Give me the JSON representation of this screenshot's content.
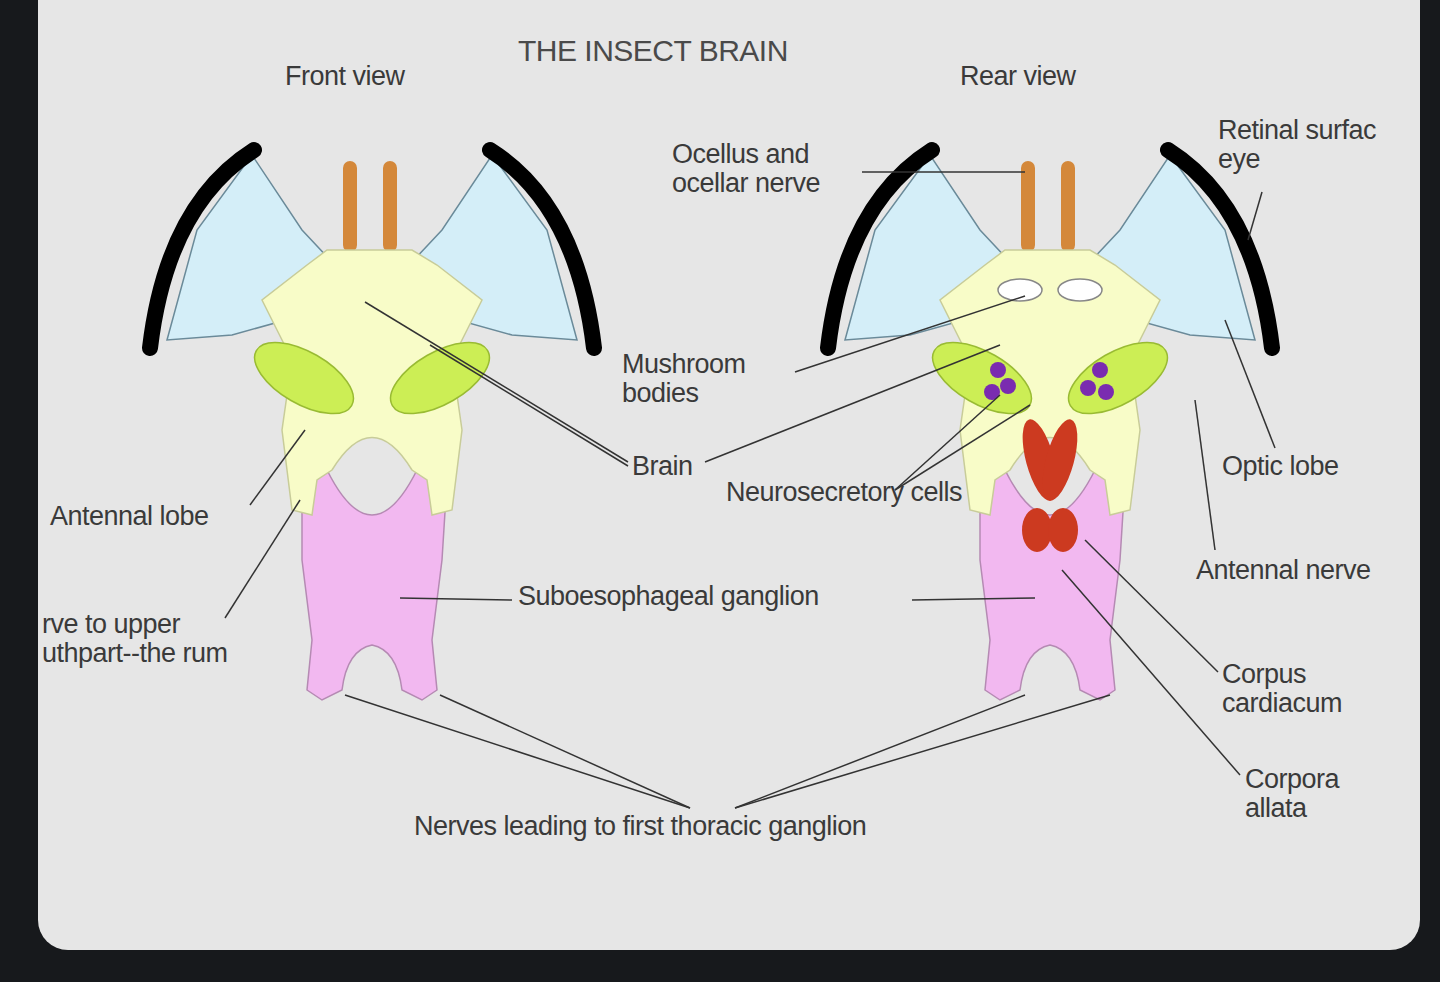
{
  "diagram": {
    "title": "THE INSECT BRAIN",
    "labels": [
      "Front view",
      "Rear view",
      "Ocellus and ocellar nerve",
      "Retinal surfac eye",
      "Mushroom bodies",
      "Brain",
      "Neurosecretory cells",
      "Optic lobe",
      "Antennal nerve",
      "Antennal lobe",
      "Suboesophageal ganglion",
      "rve to upper uthpart--the rum",
      "Corpus cardiacum",
      "Corpora allata",
      "Nerves leading to first thoracic ganglion"
    ]
  }
}
